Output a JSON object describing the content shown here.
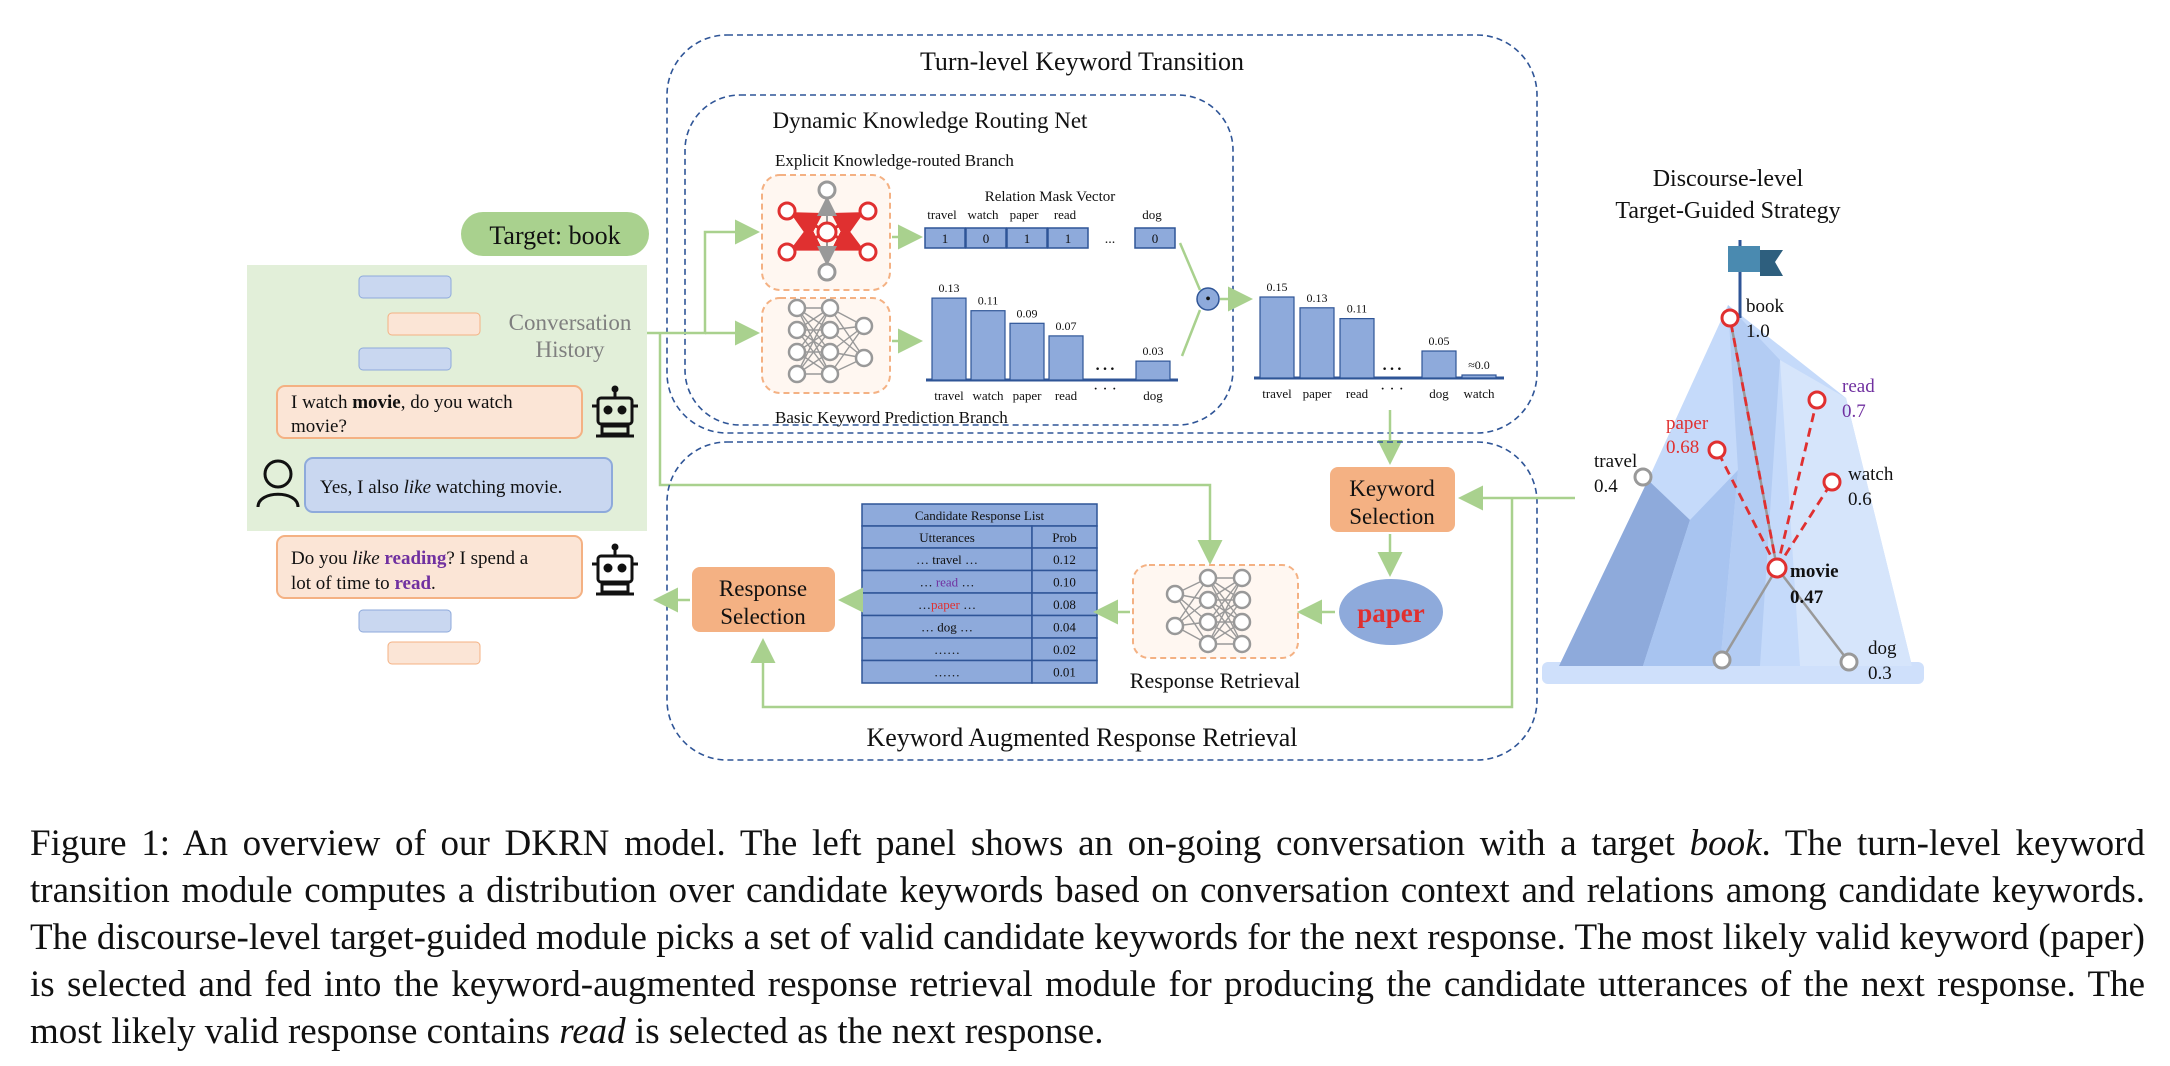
{
  "target": {
    "label": "Target: book"
  },
  "conversation": {
    "history_label_line1": "Conversation",
    "history_label_line2": "History",
    "bot_msg1": {
      "pre": "I watch ",
      "bold": "movie",
      "mid": ", do you watch",
      "line2": "movie?"
    },
    "user_msg": {
      "pre": "Yes, I also ",
      "ital": "like",
      "post": " watching movie."
    },
    "bot_msg2": {
      "pre": "Do you ",
      "ital": "like",
      "mid1": " ",
      "kw1": "reading",
      "mid2": "? I spend a",
      "line2_pre": "lot of time to ",
      "kw2": "read",
      "line2_post": "."
    }
  },
  "turn_level": {
    "title": "Turn-level Keyword Transition",
    "dkrn": {
      "title": "Dynamic Knowledge Routing Net",
      "explicit_branch": "Explicit Knowledge-routed Branch",
      "basic_branch": "Basic Keyword Prediction Branch",
      "mask": {
        "title": "Relation Mask Vector",
        "keywords": [
          "travel",
          "watch",
          "paper",
          "read",
          "dog"
        ],
        "values": [
          "1",
          "0",
          "1",
          "1",
          "0"
        ],
        "ellipsis": "..."
      },
      "basic_bars": {
        "categories": [
          "travel",
          "watch",
          "paper",
          "read",
          "dog"
        ],
        "values": [
          0.13,
          0.11,
          0.09,
          0.07,
          0.03
        ],
        "labels": [
          "0.13",
          "0.11",
          "0.09",
          "0.07",
          "0.03"
        ],
        "ellipsis": "…",
        "axis_ellipsis": "· · ·"
      },
      "product_symbol": "•"
    },
    "output_bars": {
      "categories": [
        "travel",
        "paper",
        "read",
        "dog",
        "watch"
      ],
      "values": [
        0.15,
        0.13,
        0.11,
        0.05,
        0.0
      ],
      "labels": [
        "0.15",
        "0.13",
        "0.11",
        "0.05",
        "≈0.0"
      ],
      "ellipsis": "…",
      "axis_ellipsis": "· · ·"
    }
  },
  "retrieval": {
    "title": "Keyword Augmented Response Retrieval",
    "keyword_selection_line1": "Keyword",
    "keyword_selection_line2": "Selection",
    "selected_keyword": "paper",
    "response_retrieval": "Response Retrieval",
    "response_selection_line1": "Response",
    "response_selection_line2": "Selection",
    "table": {
      "title": "Candidate Response List",
      "col_utt": "Utterances",
      "col_prob": "Prob",
      "rows": [
        {
          "pre": "… travel …",
          "kw": "",
          "post": "",
          "prob": "0.12"
        },
        {
          "pre": "… ",
          "kw": "read",
          "post": " …",
          "prob": "0.10"
        },
        {
          "pre": "…",
          "kw": "paper",
          "post": " …",
          "prob": "0.08"
        },
        {
          "pre": "… dog …",
          "kw": "",
          "post": "",
          "prob": "0.04"
        },
        {
          "pre": "……",
          "kw": "",
          "post": "",
          "prob": "0.02"
        },
        {
          "pre": "……",
          "kw": "",
          "post": "",
          "prob": "0.01"
        }
      ]
    }
  },
  "discourse": {
    "title_line1": "Discourse-level",
    "title_line2": "Target-Guided Strategy",
    "nodes": [
      {
        "name": "book",
        "value": "1.0"
      },
      {
        "name": "read",
        "value": "0.7"
      },
      {
        "name": "paper",
        "value": "0.68"
      },
      {
        "name": "travel",
        "value": "0.4"
      },
      {
        "name": "watch",
        "value": "0.6"
      },
      {
        "name": "movie",
        "value": "0.47"
      },
      {
        "name": "dog",
        "value": "0.3"
      }
    ]
  },
  "caption": {
    "p1": "Figure 1: An overview of our DKRN model. The left panel shows an on-going conversation with a target ",
    "p1_ital": "book",
    "p2": ". The turn-level keyword transition module computes a distribution over candidate keywords based on conversation context and relations among candidate keywords. The discourse-level target-guided module picks a set of valid candidate keywords for the next response. The most likely valid keyword (paper) is selected and fed into the keyword-augmented response retrieval module for producing the candidate utterances of the next response. The most likely valid response contains ",
    "p2_ital": "read",
    "p3": " is selected as the next response."
  },
  "colors": {
    "bar": "#8eaadb",
    "bar_stroke": "#2f5597",
    "arrow": "#a9d18e",
    "orange": "#f4b183",
    "orange_fill": "#fbe5d6",
    "red": "#e03030",
    "purple": "#7030a0",
    "green_panel": "#e2efd9",
    "dashed": "#2f5597"
  }
}
